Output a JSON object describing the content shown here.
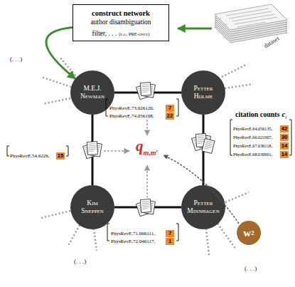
{
  "diagram": {
    "nodes": [
      {
        "text": [
          "construct network",
          "author disambiguation",
          "filter, . . .",
          "(e.g. PRE-only)"
        ]
      },
      {
        "text": [
          "M.E.J. Newman"
        ]
      },
      {
        "text": [
          "Petter Holme"
        ]
      },
      {
        "text": [
          "Kim Sneppen"
        ]
      },
      {
        "text": [
          "Petter Minnhagen"
        ]
      },
      {
        "text": [
          "w",
          "2"
        ]
      }
    ],
    "edges": [
      {
        "from": 0,
        "to": 1,
        "arrow": "to"
      },
      {
        "from": 1,
        "to": 2,
        "arrow": "none"
      },
      {
        "from": 2,
        "to": 4,
        "arrow": "none"
      },
      {
        "from": 4,
        "to": 3,
        "arrow": "none"
      },
      {
        "from": 3,
        "to": 1,
        "arrow": "none"
      }
    ],
    "labels": [
      "dataset",
      "PhysRevE.73.026120,",
      "7",
      "PhysRevE.74.056108,",
      "22",
      "(. . .)",
      "citation counts",
      "c",
      "i",
      "PhysRevE.54.6226,",
      "15",
      "q",
      "m,m′",
      "PhysRevE.64.056135,",
      "42",
      "PhysRevE.66.021907,",
      "30",
      "PhysRevE.67.036118,",
      "14",
      "PhysRevE.68.030901,",
      "14",
      "PhysRevE.71.066111,",
      "7",
      "PhysRevE.72.046117,",
      "1",
      "(. . .)",
      "(. . .)"
    ]
  }
}
